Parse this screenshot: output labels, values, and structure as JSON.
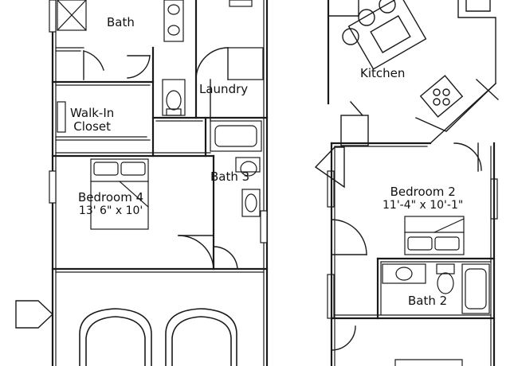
{
  "rooms": {
    "bath": {
      "name": "Bath"
    },
    "laundry": {
      "name": "Laundry"
    },
    "walk_in_closet": {
      "line1": "Walk-In",
      "line2": "Closet"
    },
    "kitchen": {
      "name": "Kitchen"
    },
    "bath_3": {
      "name": "Bath 3"
    },
    "bedroom_4": {
      "name": "Bedroom 4",
      "dims": "13' 6\" x 10'"
    },
    "bedroom_2": {
      "name": "Bedroom 2",
      "dims": "11'-4\" x 10'-1\""
    },
    "bath_2": {
      "name": "Bath 2"
    }
  },
  "colors": {
    "wall": "#1a1a1a",
    "fixture": "#333333",
    "background": "#ffffff"
  }
}
